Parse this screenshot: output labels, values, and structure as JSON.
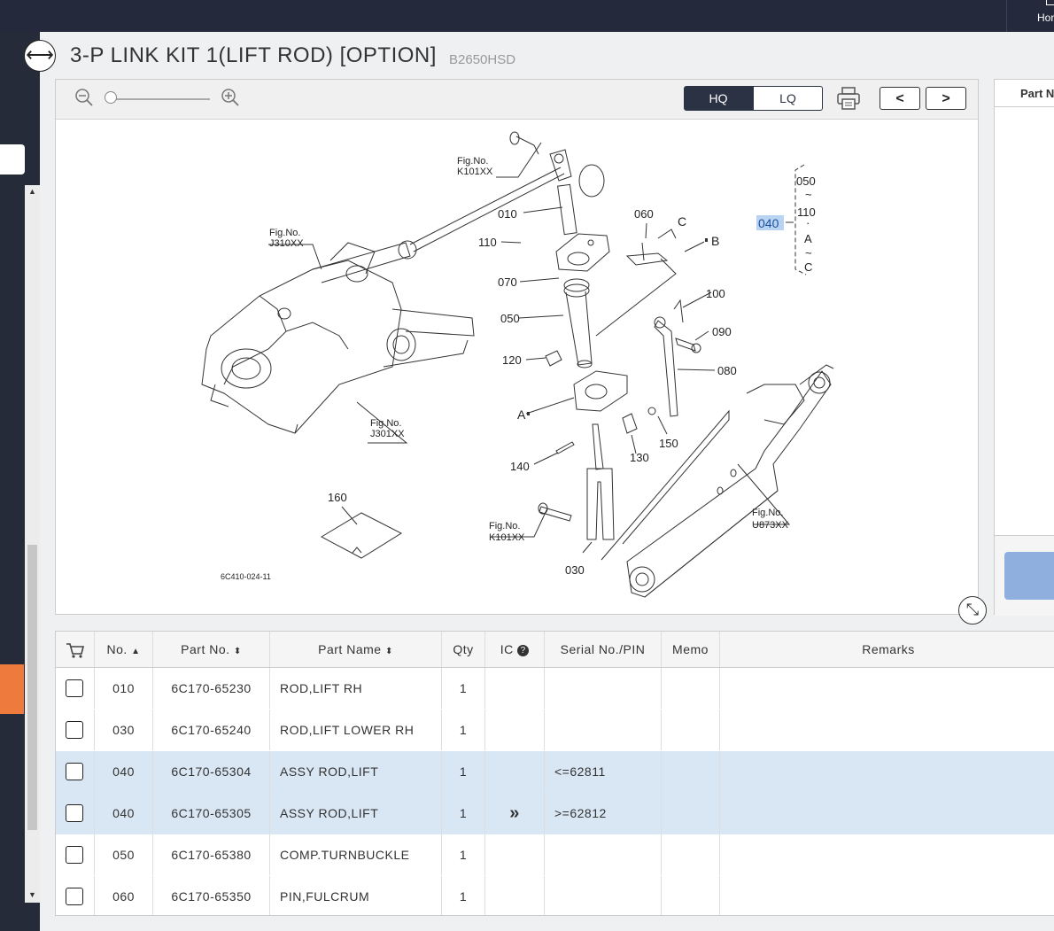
{
  "topbar": {
    "home_label": "Hor"
  },
  "page": {
    "title": "3-P LINK KIT 1(LIFT ROD) [OPTION]",
    "model": "B2650HSD"
  },
  "toolbar": {
    "hq_label": "HQ",
    "lq_label": "LQ"
  },
  "diagram": {
    "code": "6C410-024-11",
    "selected_ref": "040",
    "fig_refs": [
      {
        "line1": "Fig.No.",
        "line2": "K101XX"
      },
      {
        "line1": "Fig.No.",
        "line2": "J310XX"
      },
      {
        "line1": "Fig.No.",
        "line2": "J301XX"
      },
      {
        "line1": "Fig.No.",
        "line2": "K101XX"
      },
      {
        "line1": "Fig.No.",
        "line2": "U873XX"
      }
    ],
    "callouts": [
      "010",
      "060",
      "C",
      "110",
      "B",
      "070",
      "100",
      "050",
      "090",
      "120",
      "080",
      "A",
      "150",
      "130",
      "140",
      "160",
      "030"
    ],
    "bracket": [
      "050",
      "~",
      "110",
      "·",
      "A",
      "~",
      "C"
    ]
  },
  "right_panel": {
    "header": "Part N"
  },
  "table": {
    "headers": {
      "no": "No.",
      "part_no": "Part No.",
      "part_name": "Part Name",
      "qty": "Qty",
      "ic": "IC",
      "serial": "Serial No./PIN",
      "memo": "Memo",
      "remarks": "Remarks"
    },
    "rows": [
      {
        "no": "010",
        "part_no": "6C170-65230",
        "part_name": "ROD,LIFT RH",
        "qty": "1",
        "ic": "",
        "serial": "",
        "memo": "",
        "remarks": ""
      },
      {
        "no": "030",
        "part_no": "6C170-65240",
        "part_name": "ROD,LIFT LOWER RH",
        "qty": "1",
        "ic": "",
        "serial": "",
        "memo": "",
        "remarks": ""
      },
      {
        "no": "040",
        "part_no": "6C170-65304",
        "part_name": "ASSY ROD,LIFT",
        "qty": "1",
        "ic": "",
        "serial": "<=62811",
        "memo": "",
        "remarks": ""
      },
      {
        "no": "040",
        "part_no": "6C170-65305",
        "part_name": "ASSY ROD,LIFT",
        "qty": "1",
        "ic": "»",
        "serial": ">=62812",
        "memo": "",
        "remarks": ""
      },
      {
        "no": "050",
        "part_no": "6C170-65380",
        "part_name": "COMP.TURNBUCKLE",
        "qty": "1",
        "ic": "",
        "serial": "",
        "memo": "",
        "remarks": ""
      },
      {
        "no": "060",
        "part_no": "6C170-65350",
        "part_name": "PIN,FULCRUM",
        "qty": "1",
        "ic": "",
        "serial": "",
        "memo": "",
        "remarks": ""
      }
    ]
  },
  "colors": {
    "topbar": "#242a3b",
    "accent_orange": "#ee7a3d",
    "row_highlight": "#d9e6f4",
    "selected_callout": "#b9d4f2"
  }
}
